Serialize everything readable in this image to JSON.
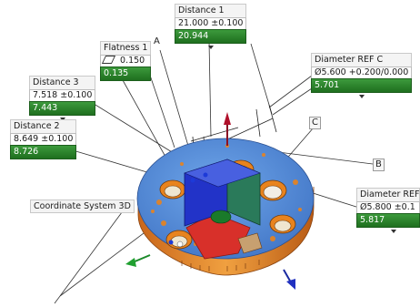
{
  "callouts": {
    "distance1": {
      "title": "Distance 1",
      "nominal": "21.000",
      "tolerance": "±0.100",
      "measured": "20.944"
    },
    "flatness1": {
      "title": "Flatness 1",
      "symbol": "flatness-icon",
      "nominal": "0.150",
      "measured": "0.135"
    },
    "diameterRefC": {
      "title": "Diameter REF C",
      "nominal": "Ø5.600",
      "tolerance": "+0.200/0.000",
      "measured": "5.701"
    },
    "distance3": {
      "title": "Distance 3",
      "nominal": "7.518",
      "tolerance": "±0.100",
      "measured": "7.443"
    },
    "distance2": {
      "title": "Distance 2",
      "nominal": "8.649",
      "tolerance": "±0.100",
      "measured": "8.726"
    },
    "diameterRef": {
      "title": "Diameter REF",
      "nominal": "Ø5.800",
      "tolerance": "±0.1",
      "measured": "5.817"
    }
  },
  "datums": {
    "a": "A",
    "b": "B",
    "c": "C"
  },
  "coordinate_system": {
    "label": "Coordinate System 3D"
  },
  "colors": {
    "measured_green": "#2e8b2e",
    "part_orange": "#e8831e",
    "face_blue": "#4a86d8",
    "block_blue": "#2233c8",
    "pocket_red": "#d8302a"
  }
}
